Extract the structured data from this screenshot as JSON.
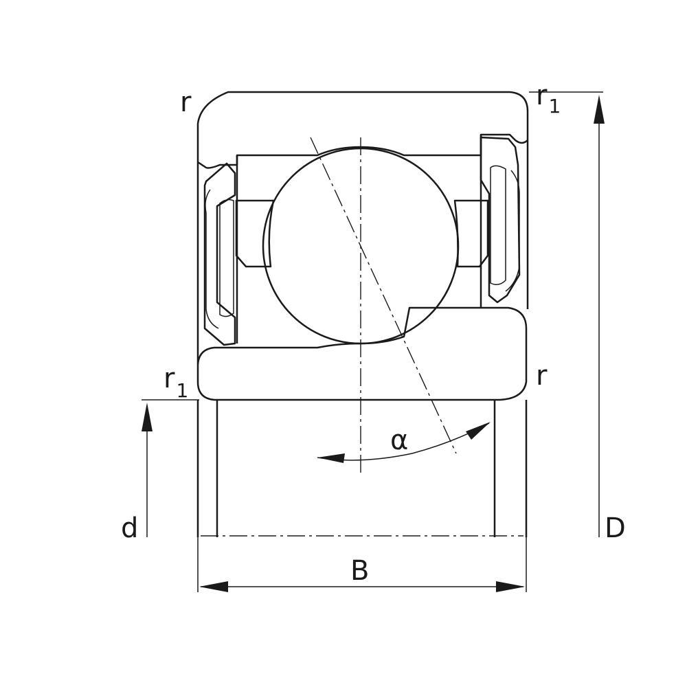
{
  "labels": {
    "r_top_left": "r",
    "r1_top_right": "r",
    "r1_top_right_sub": "1",
    "r1_left": "r",
    "r1_left_sub": "1",
    "r_right": "r",
    "alpha": "α",
    "d": "d",
    "D": "D",
    "B": "B"
  },
  "colors": {
    "line": "#1a1a1a",
    "background": "#ffffff"
  }
}
